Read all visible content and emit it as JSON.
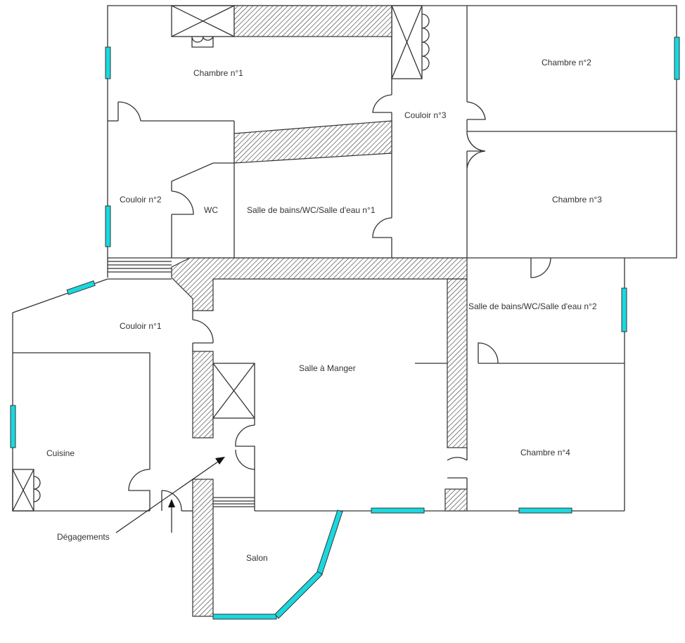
{
  "rooms": {
    "chambre1": "Chambre n°1",
    "chambre2": "Chambre n°2",
    "chambre3": "Chambre n°3",
    "chambre4": "Chambre n°4",
    "couloir1": "Couloir n°1",
    "couloir2": "Couloir n°2",
    "couloir3": "Couloir n°3",
    "wc": "WC",
    "sdb1": "Salle de bains/WC/Salle d'eau n°1",
    "sdb2": "Salle de bains/WC/Salle d'eau n°2",
    "salle_manger": "Salle à Manger",
    "cuisine": "Cuisine",
    "salon": "Salon"
  },
  "annotations": {
    "degagements": "Dégagements"
  },
  "colors": {
    "window": "#19d9e0",
    "wall": "#333333"
  }
}
